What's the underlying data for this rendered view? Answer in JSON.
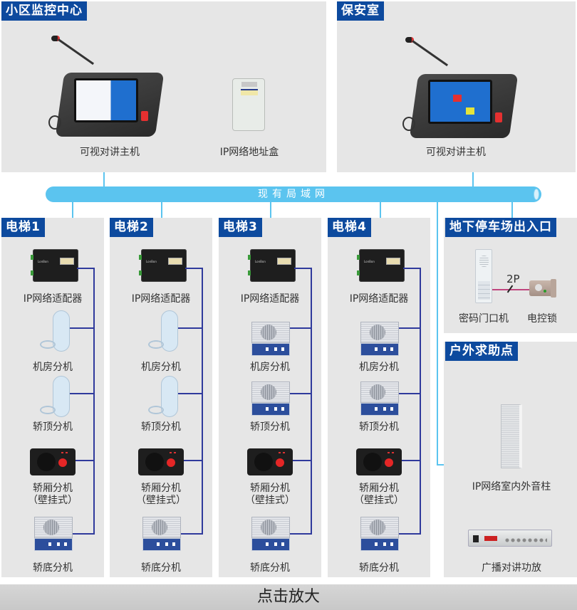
{
  "diagram": {
    "network_bar": {
      "label": "现有局域网",
      "color": "#5bc4ef"
    },
    "panels": {
      "monitor_center": {
        "title": "小区监控中心",
        "devices": [
          {
            "name": "可视对讲主机",
            "icon": "video-intercom-master-icon"
          },
          {
            "name": "IP网络地址盒",
            "icon": "ip-address-box-icon"
          }
        ]
      },
      "security_room": {
        "title": "保安室",
        "devices": [
          {
            "name": "可视对讲主机",
            "icon": "video-intercom-master-icon"
          }
        ]
      },
      "elevators": [
        {
          "title": "电梯1",
          "devices": [
            {
              "name": "IP网络适配器",
              "icon": "ip-adapter-icon"
            },
            {
              "name": "机房分机",
              "icon": "handset-icon"
            },
            {
              "name": "轿顶分机",
              "icon": "handset-icon"
            },
            {
              "name": "轿厢分机",
              "sub": "（壁挂式）",
              "icon": "wall-mounted-intercom-icon"
            },
            {
              "name": "轿底分机",
              "icon": "desk-speaker-intercom-icon"
            }
          ]
        },
        {
          "title": "电梯2",
          "devices": [
            {
              "name": "IP网络适配器",
              "icon": "ip-adapter-icon"
            },
            {
              "name": "机房分机",
              "icon": "handset-icon"
            },
            {
              "name": "轿顶分机",
              "icon": "handset-icon"
            },
            {
              "name": "轿厢分机",
              "sub": "（壁挂式）",
              "icon": "wall-mounted-intercom-icon"
            },
            {
              "name": "轿底分机",
              "icon": "desk-speaker-intercom-icon"
            }
          ]
        },
        {
          "title": "电梯3",
          "devices": [
            {
              "name": "IP网络适配器",
              "icon": "ip-adapter-icon"
            },
            {
              "name": "机房分机",
              "icon": "desk-speaker-intercom-icon"
            },
            {
              "name": "轿顶分机",
              "icon": "desk-speaker-intercom-icon"
            },
            {
              "name": "轿厢分机",
              "sub": "（壁挂式）",
              "icon": "wall-mounted-intercom-icon"
            },
            {
              "name": "轿底分机",
              "icon": "desk-speaker-intercom-icon"
            }
          ]
        },
        {
          "title": "电梯4",
          "devices": [
            {
              "name": "IP网络适配器",
              "icon": "ip-adapter-icon"
            },
            {
              "name": "机房分机",
              "icon": "desk-speaker-intercom-icon"
            },
            {
              "name": "轿顶分机",
              "icon": "desk-speaker-intercom-icon"
            },
            {
              "name": "轿厢分机",
              "sub": "（壁挂式）",
              "icon": "wall-mounted-intercom-icon"
            },
            {
              "name": "轿底分机",
              "icon": "desk-speaker-intercom-icon"
            }
          ]
        }
      ],
      "parking": {
        "title": "地下停车场出入口",
        "devices": [
          {
            "name": "密码门口机",
            "icon": "keypad-door-station-icon"
          },
          {
            "name": "电控锁",
            "icon": "electric-lock-icon"
          }
        ],
        "wire_label": "2P"
      },
      "outdoor": {
        "title": "户外求助点",
        "devices": [
          {
            "name": "IP网络室内外音柱",
            "icon": "column-speaker-icon"
          },
          {
            "name": "广播对讲功放",
            "icon": "amplifier-icon"
          }
        ]
      }
    },
    "zoom_button": {
      "label": "点击放大"
    },
    "colors": {
      "tag_bg": "#0d4a9e",
      "panel_bg": "#e6e6e6",
      "lan_line": "#5bc4ef",
      "internal_wire": "#2f3a9c",
      "lock_wire": "#c0457e"
    }
  }
}
